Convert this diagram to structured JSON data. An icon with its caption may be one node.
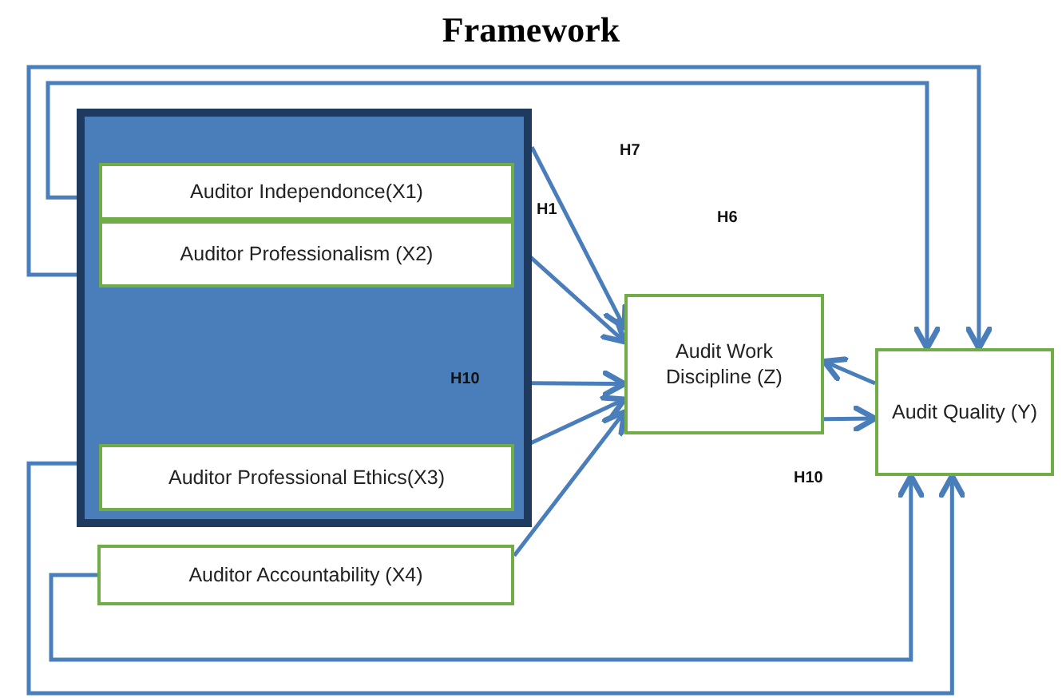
{
  "diagram": {
    "title": "Framework",
    "nodes": [
      {
        "text": [],
        "shape": "box"
      },
      {
        "text": [
          "Auditor Independonce(X1)"
        ],
        "in": 0
      },
      {
        "text": [
          "Auditor Professionalism (X2)"
        ],
        "in": 0
      },
      {
        "text": [
          "Auditor Professional Ethics(X3)"
        ],
        "in": 0
      },
      {
        "text": [
          "Auditor Accountability (X4)"
        ]
      },
      {
        "text": [
          "Audit Work Discipline (Z)"
        ]
      },
      {
        "text": [
          "Audit Quality (Y)"
        ]
      }
    ],
    "edges": [
      {
        "from": 0,
        "to": 5,
        "arrow": "to"
      },
      {
        "from": 2,
        "to": 5,
        "arrow": "to"
      },
      {
        "from": 0,
        "to": 5,
        "arrow": "to"
      },
      {
        "from": 3,
        "to": 5,
        "arrow": "to"
      },
      {
        "from": 4,
        "to": 5,
        "arrow": "to"
      },
      {
        "from": 6,
        "to": 5,
        "arrow": "to"
      },
      {
        "from": 5,
        "to": 6,
        "arrow": "to"
      },
      {
        "from": 2,
        "to": 6,
        "arrow": "to"
      },
      {
        "from": 1,
        "to": 6,
        "arrow": "to"
      },
      {
        "from": 3,
        "to": 6,
        "arrow": "to"
      },
      {
        "from": 4,
        "to": 6,
        "arrow": "to"
      }
    ],
    "labels": [
      "H7",
      "H1",
      "H6",
      "H10",
      "H10"
    ]
  }
}
